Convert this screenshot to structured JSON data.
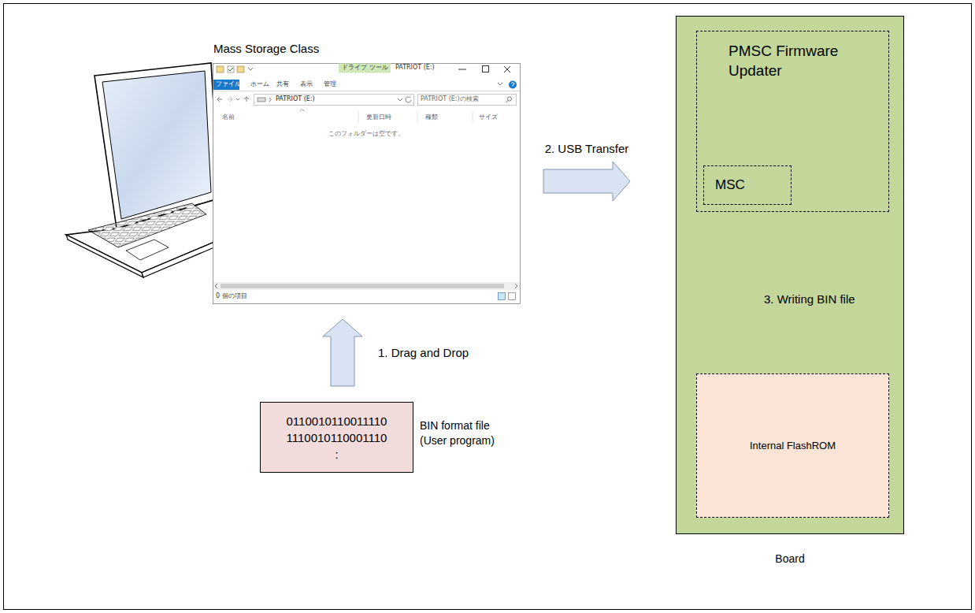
{
  "diagram": {
    "nodes": [
      {
        "text": [
          "Mass Storage Class"
        ]
      },
      {
        "text": [
          "0110010110011110 1110010110001110 :",
          "BIN format file (User program)"
        ]
      },
      {
        "text": [
          "Board"
        ]
      },
      {
        "text": [
          "PMSC Firmware Updater"
        ],
        "in": 2
      },
      {
        "text": [
          "MSC"
        ],
        "in": 3
      },
      {
        "text": [
          "Internal FlashROM"
        ],
        "in": 2
      }
    ],
    "edges": [
      {
        "from": 1,
        "to": 0,
        "arrow": "to",
        "label": "1. Drag and Drop"
      },
      {
        "from": 0,
        "to": 2,
        "arrow": "to",
        "label": "2. USB Transfer"
      },
      {
        "from": 3,
        "to": 5,
        "arrow": "to",
        "label": "3. Writing BIN file"
      }
    ],
    "labels": [
      "ドライブ ツール",
      "PATRIOT (E:)",
      "ファイル",
      "ホーム",
      "共有",
      "表示",
      "管理",
      "PATRIOT (E:)",
      "PATRIOT (E:)の検索",
      "名前",
      "更新日時",
      "種類",
      "サイズ",
      "このフォルダーは空です。",
      "0 個の項目"
    ]
  }
}
